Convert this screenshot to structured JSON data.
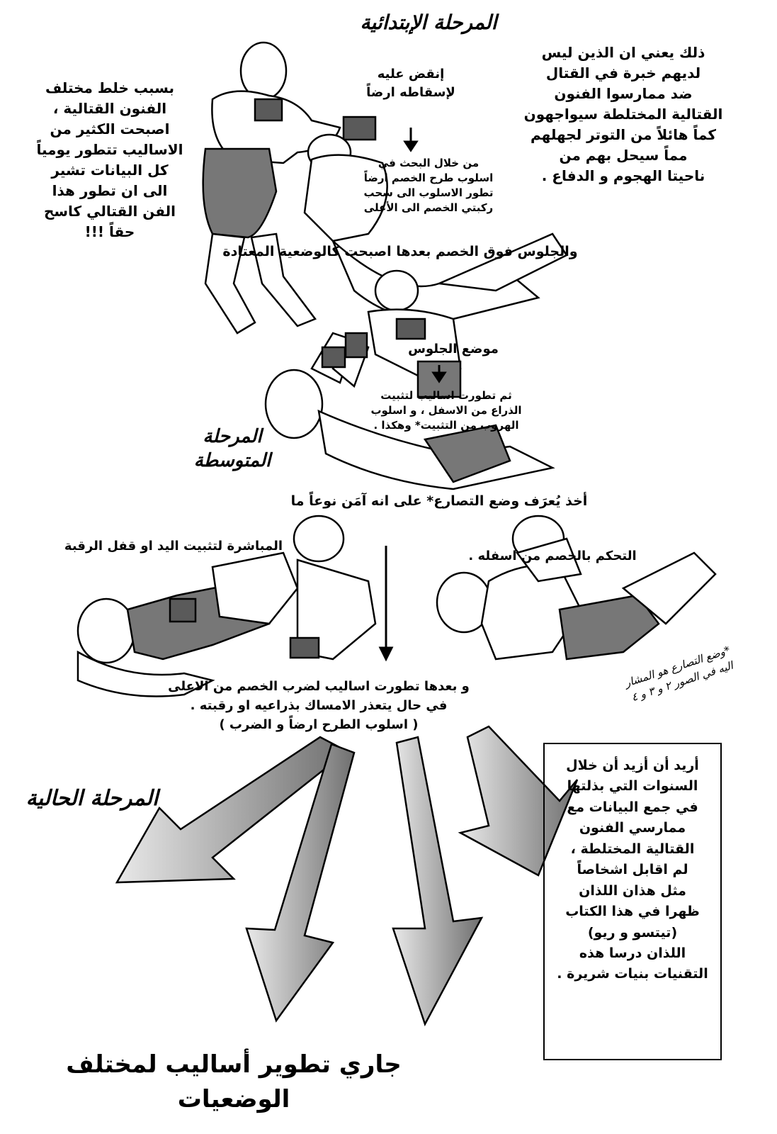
{
  "stage_initial": "المرحلة الإبتدائية",
  "stage_middle": "المرحلة\nالمتوسطة",
  "stage_current": "المرحلة الحالية",
  "left_text": "بسبب خلط مختلف\nالفنون القتالية ،\nاصبحت الكثير من\nالاساليب تتطور يومياً\nكل البيانات تشير\nالى ان تطور هذا\nالفن القتالي كاسح\nحقاً !!!",
  "right_text": "ذلك يعني ان الذين ليس\nلديهم خبرة في القتال\nضد ممارسوا الفنون\nالقتالية المختلطة سيواجهون\nكماً هائلاً من التوتر لجهلهم\nمماً سيحل بهم من\nناحيتا الهجوم و الدفاع .",
  "pounce_text": "إنقض عليه\nلإسقاطه ارضاً",
  "research_text": "من خلال البحث في\nاسلوب طرح الخصم ارضاً\nتطور الاسلوب الى سحب\nركبتي الخصم الى الأعلى",
  "sitting_line": "والجلوس فوق الخصم بعدها اصبحت كالوضعية المعتادة",
  "mount_label": "موضع الجلوس",
  "mount_text": "ثم تطورت اساليب لتثبيت\nالذراع من الاسفل ، و اسلوب\nالهروب من التثبيت* وهكذا .",
  "guard_line": "أخذ يُعرَف وضع التصارع* على انه آمَن نوعاً ما",
  "direct_text": "المباشرة لتثبيت اليد او قفل الرقبة",
  "control_text": "التحكم بالخصم من اسفله .",
  "after_text": "و بعدها تطورت اساليب لضرب الخصم من الاعلى\nفي حال يتعذر الامساك بذراعيه او رقبته .\n( اسلوب الطرح ارضاً و الضرب )",
  "footnote": "*وضع التصارع هو المشار\nاليه في الصور ٢ و ٣ و ٤",
  "box_text": "أريد أن أزيد أن خلال\nالسنوات التي بذلتها\nفي جمع البيانات مع\nممارسي الفنون\nالقتالية المختلطة ،\nلم اقابل اشخاصاً\nمثل هذان اللذان\nظهرا في هذا الكتاب\n(تيتسو و ريو)\nاللذان درسا هذه\nالتقنيات بنيات شريرة .",
  "bottom_title": "جاري تطوير أساليب لمختلف الوضعيات",
  "colors": {
    "ink": "#000000",
    "shorts": "#6e6e6e",
    "glove": "#5a5a5a",
    "arrow_fill": "#7a7a7a",
    "paper": "#ffffff"
  }
}
